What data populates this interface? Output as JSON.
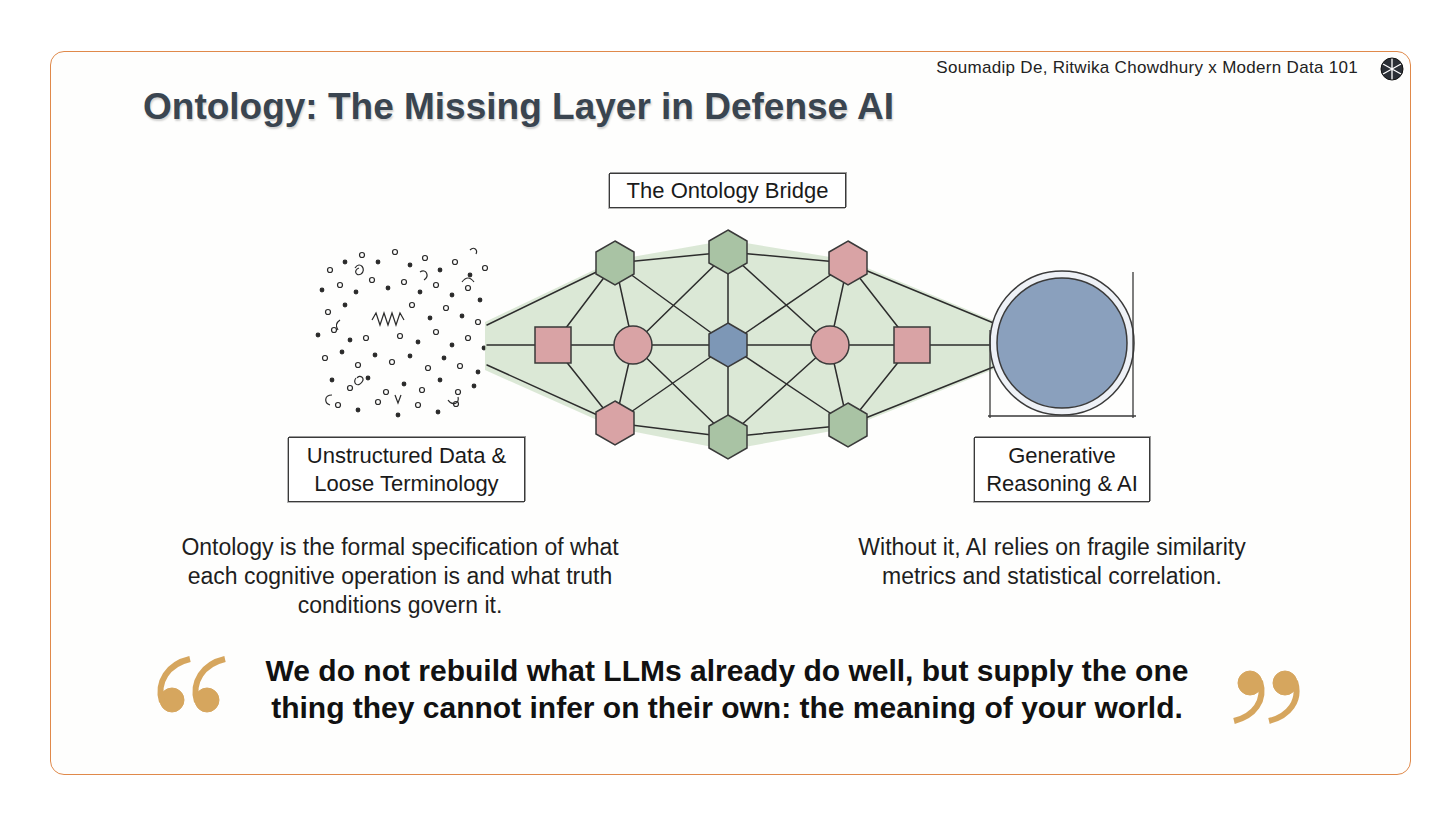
{
  "diagram": {
    "title": "Ontology: The Missing Layer in Defense AI",
    "nodes": [
      {
        "text": [
          "The Ontology Bridge"
        ]
      },
      {
        "text": [
          "Unstructured Data & Loose Terminology"
        ]
      },
      {
        "text": [
          "Generative Reasoning & AI"
        ]
      }
    ],
    "labels": [
      "Soumadip De, Ritwika Chowdhury x Modern Data 101",
      "Ontology is the formal specification of what each cognitive operation is and what truth conditions govern it.",
      "Without it, AI relies on fragile similarity metrics and statistical correlation.",
      "We do not rebuild what LLMs already do well, but supply the one thing they cannot infer on their own: the meaning of your world."
    ]
  }
}
